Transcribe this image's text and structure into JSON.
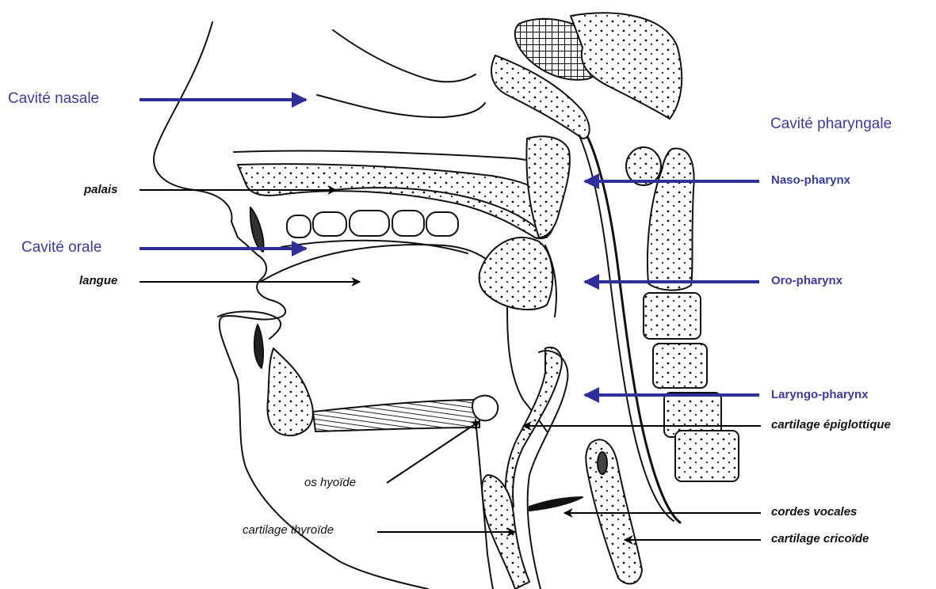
{
  "labels": {
    "cavite_nasale": "Cavité nasale",
    "cavite_pharyngale": "Cavité pharyngale",
    "naso_pharynx": "Naso-pharynx",
    "palais": "palais",
    "cavite_orale": "Cavité orale",
    "langue": "langue",
    "oro_pharynx": "Oro-pharynx",
    "laryngo_pharynx": "Laryngo-pharynx",
    "cartilage_epiglottique": "cartilage épiglottique",
    "os_hyoide": "os hyoïde",
    "cordes_vocales": "cordes vocales",
    "cartilage_thyroide": "cartilage thyroïde",
    "cartilage_cricoide": "cartilage cricoïde"
  },
  "colors": {
    "blue_label": "#3b3b9c",
    "blue_arrow": "#2f2f9a",
    "black_arrow": "#000000",
    "outline": "#111111"
  }
}
